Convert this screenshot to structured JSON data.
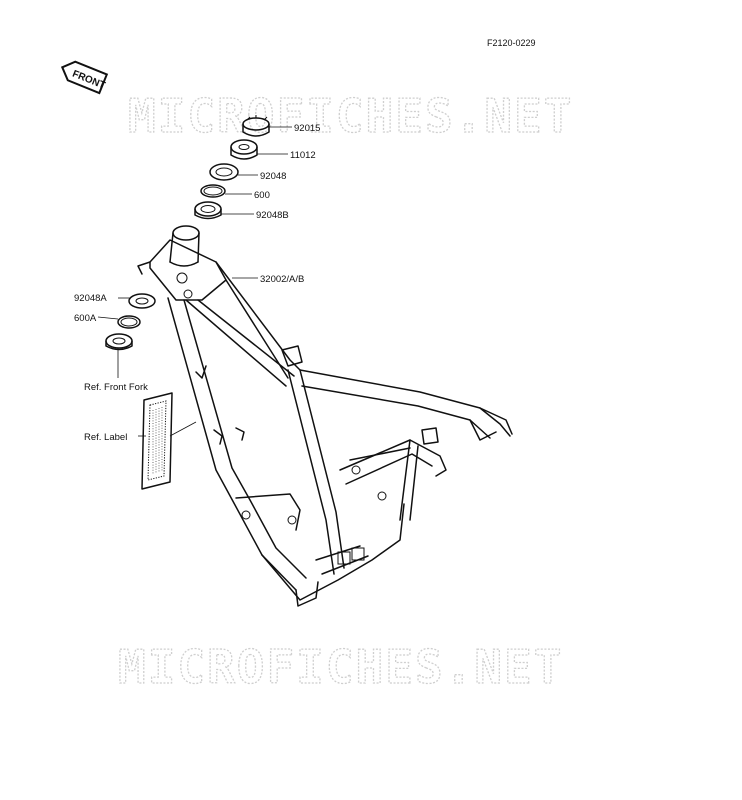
{
  "doc_code": "F2120-0229",
  "front_badge": "FRONT",
  "watermark_top": "MICROFICHES.NET",
  "watermark_bottom": "MICROFICHES.NET",
  "parts": {
    "p92015": "92015",
    "p11012": "11012",
    "p92048": "92048",
    "p600": "600",
    "p92048B": "92048B",
    "p32002": "32002/A/B",
    "p92048A": "92048A",
    "p600A": "600A"
  },
  "refs": {
    "front_fork": "Ref. Front Fork",
    "label": "Ref. Label"
  }
}
